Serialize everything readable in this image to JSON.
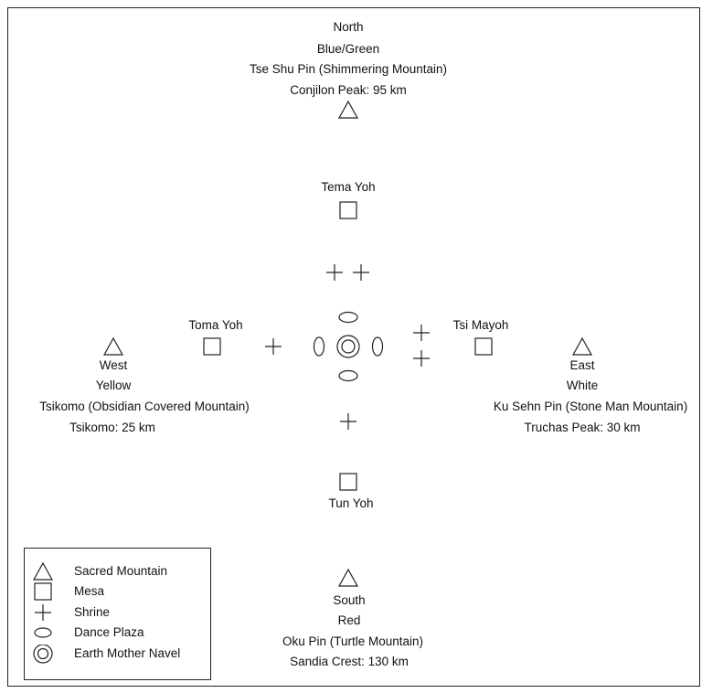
{
  "north": {
    "direction": "North",
    "color": "Blue/Green",
    "mountain": "Tse Shu Pin (Shimmering Mountain)",
    "distance": "Conjilon Peak:  95 km"
  },
  "west": {
    "direction": "West",
    "color": "Yellow",
    "mountain": "Tsikomo (Obsidian Covered Mountain)",
    "distance": "Tsikomo:  25 km"
  },
  "east": {
    "direction": "East",
    "color": "White",
    "mountain": "Ku Sehn Pin (Stone Man Mountain)",
    "distance": "Truchas Peak:  30 km"
  },
  "south": {
    "direction": "South",
    "color": "Red",
    "mountain": "Oku Pin (Turtle Mountain)",
    "distance": "Sandia Crest:  130 km"
  },
  "mesas": {
    "north": "Tema Yoh",
    "west": "Toma Yoh",
    "east": "Tsi Mayoh",
    "south": "Tun Yoh"
  },
  "legend": {
    "sacred_mountain": "Sacred Mountain",
    "mesa": "Mesa",
    "shrine": "Shrine",
    "dance_plaza": "Dance Plaza",
    "earth_mother_navel": "Earth Mother Navel"
  }
}
